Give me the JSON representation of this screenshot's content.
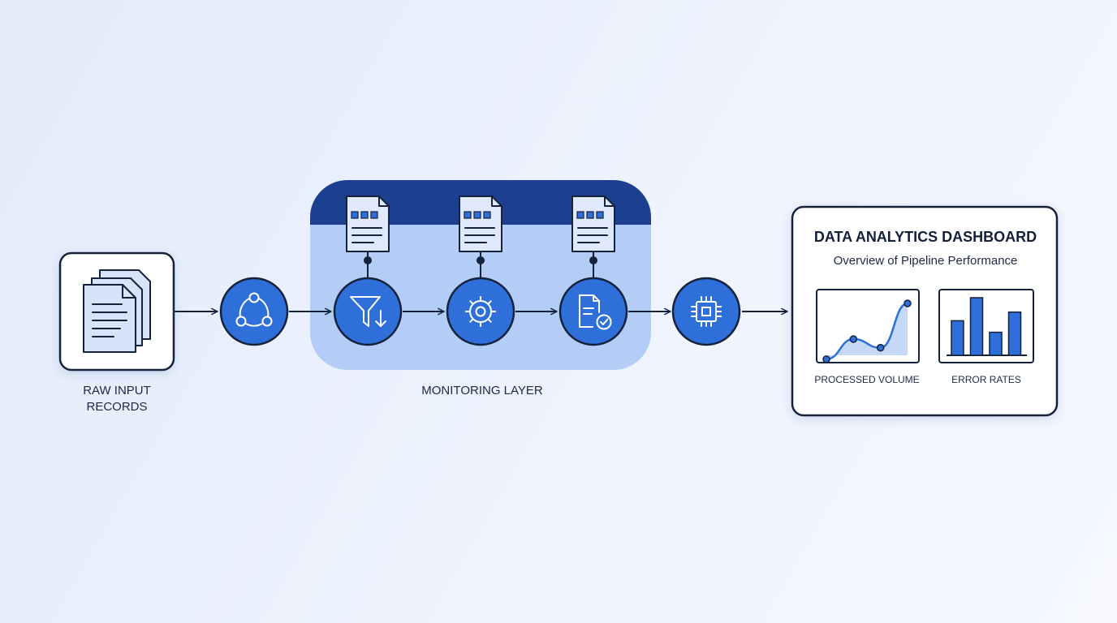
{
  "colors": {
    "background": "#e8effc",
    "accent": "#2e6fd9",
    "dark_navy": "#1d3f8f",
    "light_band": "#b4cdf6",
    "stroke": "#15223b"
  },
  "input": {
    "label": "RAW INPUT RECORDS",
    "icon": "documents-stack-icon"
  },
  "pipeline": {
    "ingest_icon": "share-nodes-icon",
    "layer_label": "MONITORING LAYER",
    "stages": [
      {
        "icon": "filter-icon",
        "log_icon": "log-document-icon"
      },
      {
        "icon": "gear-icon",
        "log_icon": "log-document-icon"
      },
      {
        "icon": "document-check-icon",
        "log_icon": "log-document-icon"
      }
    ],
    "output_icon": "processor-chip-icon"
  },
  "dashboard": {
    "title": "DATA ANALYTICS DASHBOARD",
    "subtitle": "Overview of Pipeline Performance",
    "charts": [
      {
        "label": "PROCESSED VOLUME",
        "type": "area",
        "values": [
          10,
          45,
          30,
          90
        ]
      },
      {
        "label": "ERROR RATES",
        "type": "bar",
        "values": [
          60,
          100,
          40,
          75
        ]
      }
    ]
  }
}
